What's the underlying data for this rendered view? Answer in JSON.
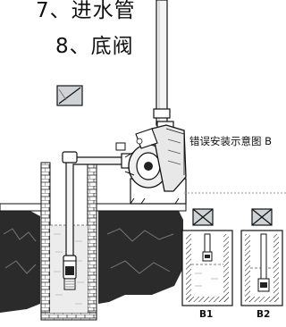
{
  "legend": {
    "item7": "7、进水管",
    "item8": "8、底阀"
  },
  "caption": "错误安装示意图 B",
  "labels": {
    "b1": "B1",
    "b2": "B2"
  },
  "icons": {
    "correct_mark": "check-box-icon",
    "wrong_mark_b1": "cross-box-icon",
    "wrong_mark_b2": "cross-box-icon"
  },
  "colors": {
    "ink": "#111111",
    "ground": "#2b2b2b",
    "mark_fill": "#cfd3d6",
    "pipe": "#f4f4f4"
  }
}
